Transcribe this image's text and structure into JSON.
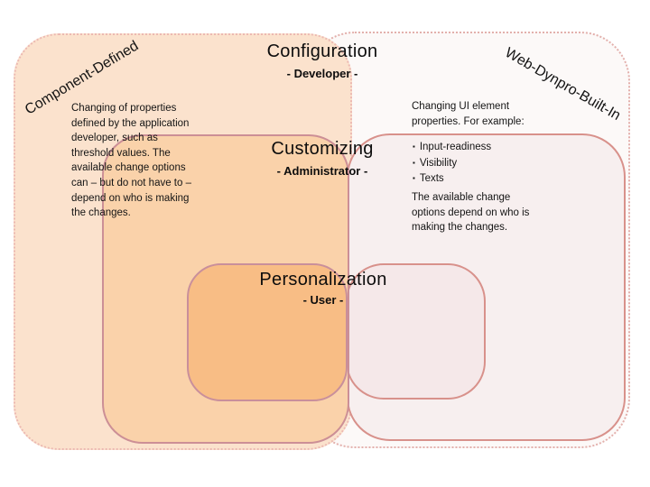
{
  "labels": {
    "component_defined": "Component-Defined",
    "web_dynpro_built_in": "Web-Dynpro-Built-In"
  },
  "headings": {
    "configuration": {
      "title": "Configuration",
      "subtitle": "- Developer -"
    },
    "customizing": {
      "title": "Customizing",
      "subtitle": "- Administrator -"
    },
    "personalization": {
      "title": "Personalization",
      "subtitle": "- User -"
    }
  },
  "notes": {
    "left": "Changing of properties\ndefined by the application\ndeveloper, such as\nthreshold values. The\navailable change options\ncan – but do not have to –\ndepend on who is making\nthe changes.",
    "right_intro": "Changing UI element\nproperties. For example:",
    "bullet_char": "▪",
    "bullets": [
      "Input-readiness",
      "Visibility",
      "Texts"
    ],
    "right_outro": "The available change\noptions depend on who is\nmaking the changes."
  },
  "colors": {
    "component_defined_fill": "#fbe2cd",
    "component_defined_border": "#ecb9b2",
    "customizing_fill": "#fad2aa",
    "customizing_border": "#cc8f96",
    "personalization_fill": "#f8bd85",
    "personalization_border": "#c98f9b",
    "web_dynpro_fill": "#fcf9f8",
    "web_dynpro_border": "#e3b0ac",
    "right_middle_fill": "#f7efef",
    "right_middle_border": "#d8918b",
    "right_inner_fill": "#f5e8e9",
    "right_inner_border": "#d8918b"
  }
}
